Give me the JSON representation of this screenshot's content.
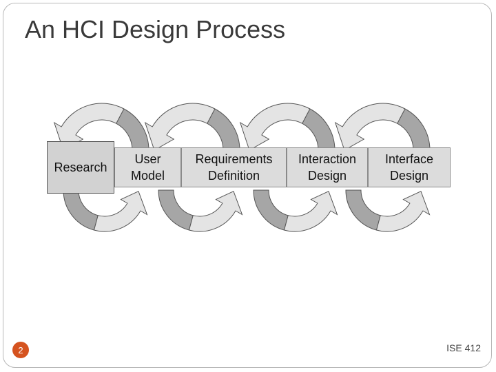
{
  "slide": {
    "title": "An HCI Design Process",
    "page_number": "2",
    "footer": "ISE 412"
  },
  "diagram": {
    "stages": [
      {
        "label": "Research"
      },
      {
        "label": "User\nModel"
      },
      {
        "label": "Requirements\nDefinition"
      },
      {
        "label": "Interaction\nDesign"
      },
      {
        "label": "Interface\nDesign"
      }
    ],
    "colors": {
      "arrow_light": "#e4e4e4",
      "arrow_dark": "#a6a6a6",
      "arrow_outline": "#555555",
      "box_fill": "#dcdcdc",
      "accent_page_badge": "#d5531f"
    }
  }
}
